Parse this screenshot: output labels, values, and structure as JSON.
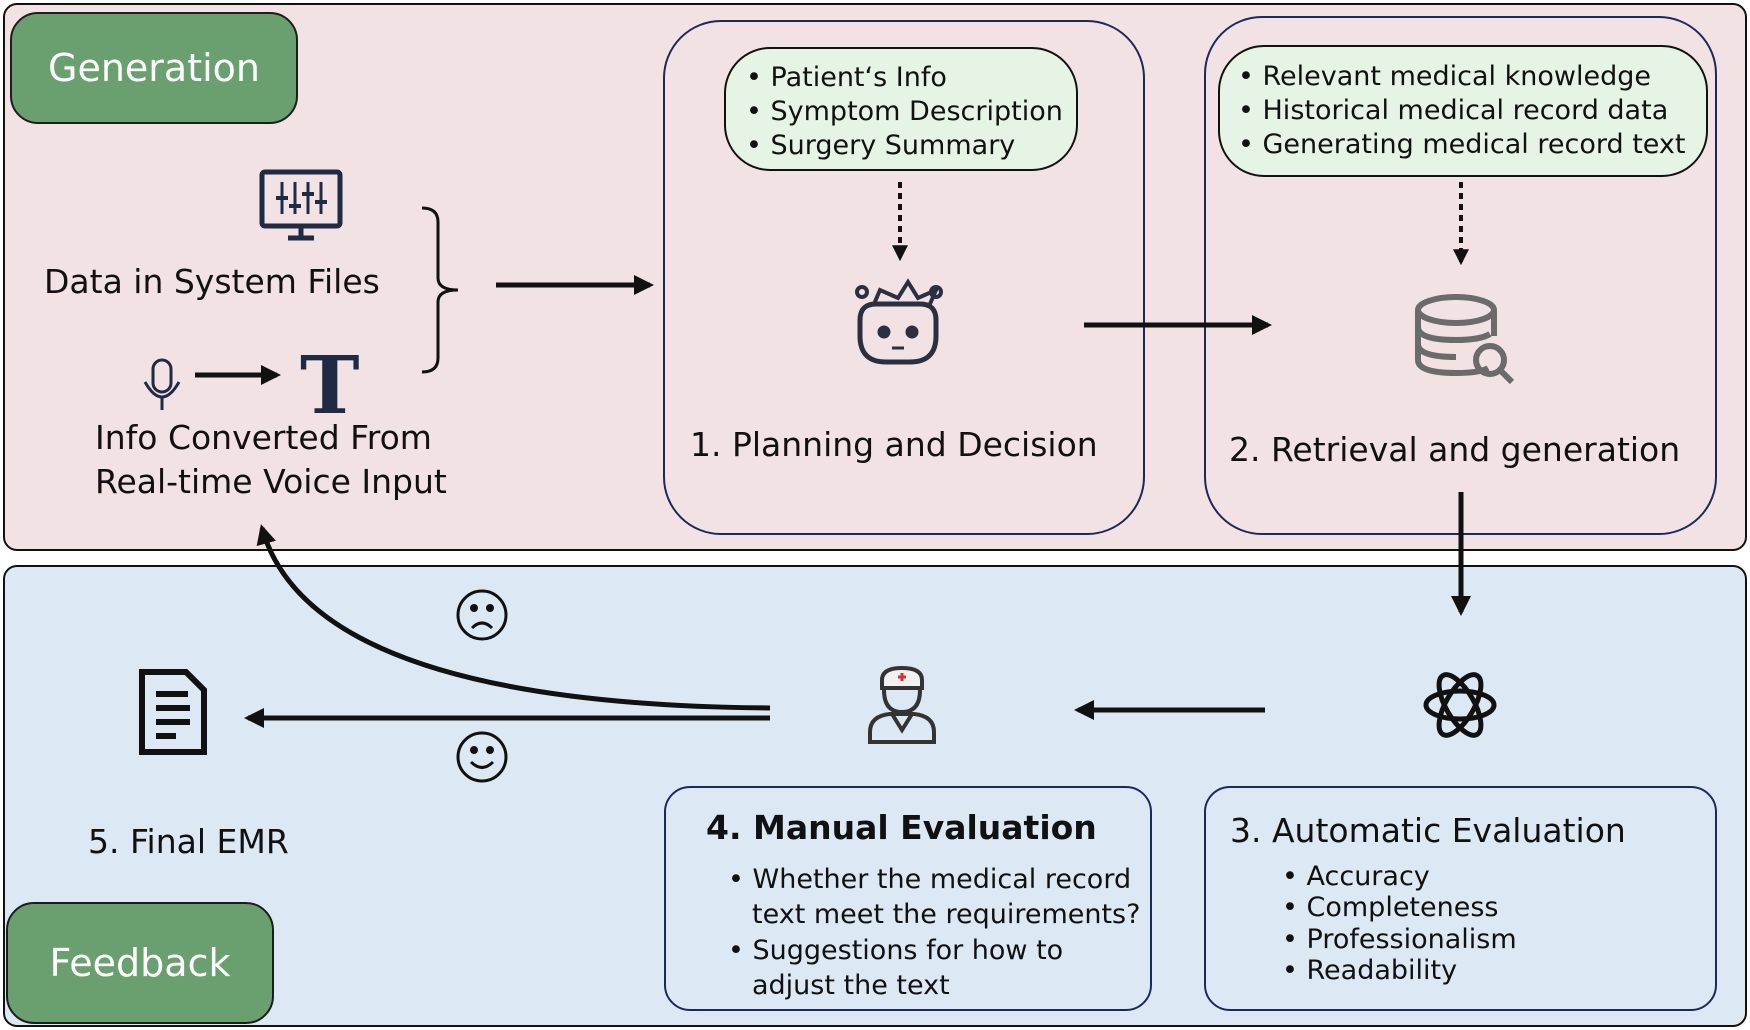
{
  "generation": {
    "tag": "Generation",
    "data_source_label": "Data in System Files",
    "voice_label_line1": "Info Converted From",
    "voice_label_line2": "Real-time Voice Input",
    "text_glyph": "T",
    "stage1": {
      "title": "1. Planning and Decision",
      "bullets": [
        "• Patient‘s Info",
        "• Symptom Description",
        "• Surgery Summary"
      ],
      "icon": "robot-icon"
    },
    "stage2": {
      "title": "2. Retrieval and generation",
      "bullets": [
        "• Relevant medical knowledge",
        "• Historical medical record data",
        "• Generating medical record text"
      ],
      "icon": "database-search-icon"
    }
  },
  "feedback": {
    "tag": "Feedback",
    "final_label": "5. Final EMR",
    "manual": {
      "title": "4. Manual Evaluation",
      "bullets": [
        "• Whether the medical record",
        "text meet the requirements?",
        "• Suggestions for how to",
        "adjust the text"
      ],
      "icon": "doctor-icon"
    },
    "automatic": {
      "title": "3. Automatic Evaluation",
      "bullets": [
        "• Accuracy",
        "• Completeness",
        "• Professionalism",
        "• Readability"
      ],
      "icon": "openai-icon"
    },
    "sad_icon": "sad-face-icon",
    "happy_icon": "happy-face-icon"
  },
  "colors": {
    "generation_bg": "#f3e2e3",
    "feedback_bg": "#dce9f4",
    "tag_green": "#6aa070",
    "bubble_green": "#e6f4e6",
    "stage_border": "#1b2a5a"
  }
}
